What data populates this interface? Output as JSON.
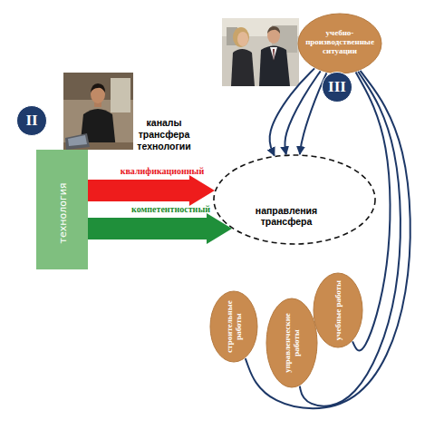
{
  "diagram": {
    "nodes": [
      {
        "text": [
          "технология"
        ]
      },
      {
        "text": [
          "направления трансфера"
        ]
      },
      {
        "text": [
          "учебно-производственные ситуации"
        ]
      },
      {
        "text": [
          "строительные работы"
        ]
      },
      {
        "text": [
          "управленческие работы"
        ]
      },
      {
        "text": [
          "учебные работы"
        ]
      }
    ],
    "edges": [
      {
        "from": 0,
        "to": 1,
        "label": "квалификационный",
        "arrow": "to"
      },
      {
        "from": 0,
        "to": 1,
        "label": "компетентностный",
        "arrow": "to"
      },
      {
        "from": 2,
        "to": 1,
        "arrow": "to"
      },
      {
        "from": 2,
        "to": 1,
        "arrow": "to"
      },
      {
        "from": 2,
        "to": 1,
        "arrow": "to"
      },
      {
        "from": 2,
        "to": 3,
        "arrow": "none"
      },
      {
        "from": 2,
        "to": 4,
        "arrow": "none"
      },
      {
        "from": 2,
        "to": 5,
        "arrow": "none"
      }
    ],
    "labels": [
      "II",
      "каналы трансфера технологии",
      "III"
    ]
  }
}
